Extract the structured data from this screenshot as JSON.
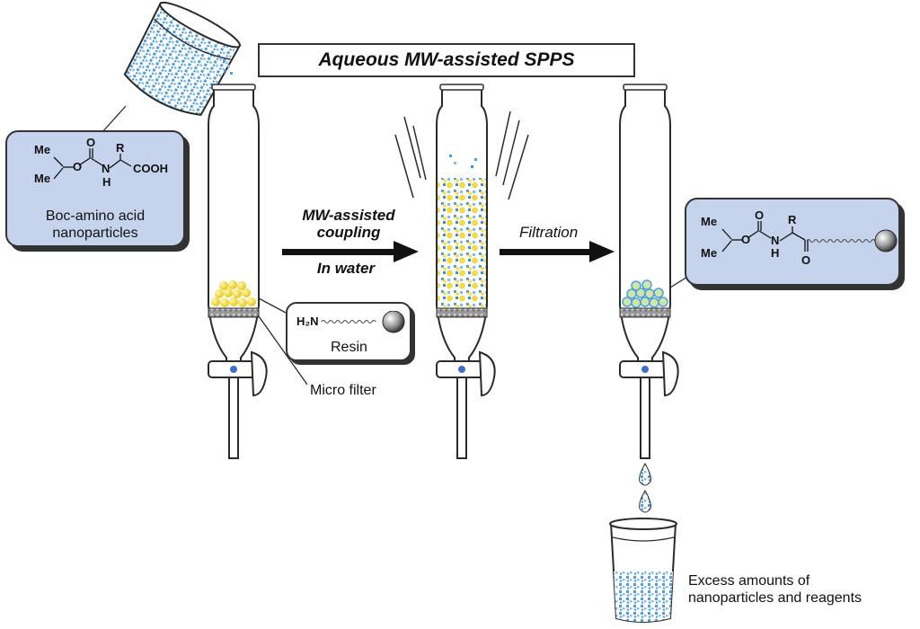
{
  "title": "Aqueous MW-assisted SPPS",
  "left_callout": {
    "caption_line1": "Boc-amino acid",
    "caption_line2": "nanoparticles",
    "me1": "Me",
    "me2": "Me",
    "o_carbonyl": "O",
    "o_ester": "O",
    "n": "N",
    "h": "H",
    "r": "R",
    "cooh": "COOH"
  },
  "resin_callout": {
    "h2n": "H₂N",
    "label": "Resin"
  },
  "micro_filter_label": "Micro filter",
  "step1": {
    "line1": "MW-assisted",
    "line2": "coupling",
    "line3": "In water"
  },
  "step2": {
    "label": "Filtration"
  },
  "right_callout": {
    "me1": "Me",
    "me2": "Me",
    "o_carbonyl": "O",
    "o_ester": "O",
    "n": "N",
    "h": "H",
    "r": "R",
    "o_amide": "O"
  },
  "beaker_caption": {
    "line1": "Excess amounts of",
    "line2": "nanoparticles and reagents"
  },
  "colors": {
    "nanoparticle_blue": "#5aa9e6",
    "particle_yellow": "#f5df3a",
    "callout_fill": "#c5d4ec",
    "glass_outline": "#2b2b2b"
  }
}
